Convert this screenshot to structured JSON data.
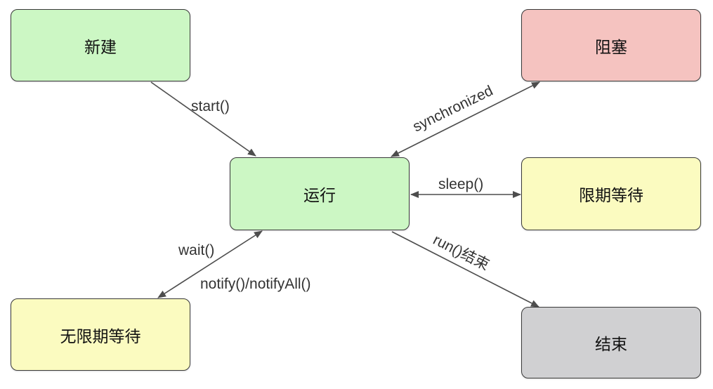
{
  "nodes": {
    "new": {
      "label": "新建",
      "color": "#ccf7c4"
    },
    "blocked": {
      "label": "阻塞",
      "color": "#f5c3c0"
    },
    "running": {
      "label": "运行",
      "color": "#ccf7c4"
    },
    "timed_waiting": {
      "label": "限期等待",
      "color": "#fbfbc0"
    },
    "waiting": {
      "label": "无限期等待",
      "color": "#fbfbc0"
    },
    "terminated": {
      "label": "结束",
      "color": "#d0d0d2"
    }
  },
  "edges": {
    "start": "start()",
    "synchronized": "synchronized",
    "sleep": "sleep()",
    "wait": "wait()",
    "notify": "notify()/notifyAll()",
    "run_end": "run()结束"
  }
}
